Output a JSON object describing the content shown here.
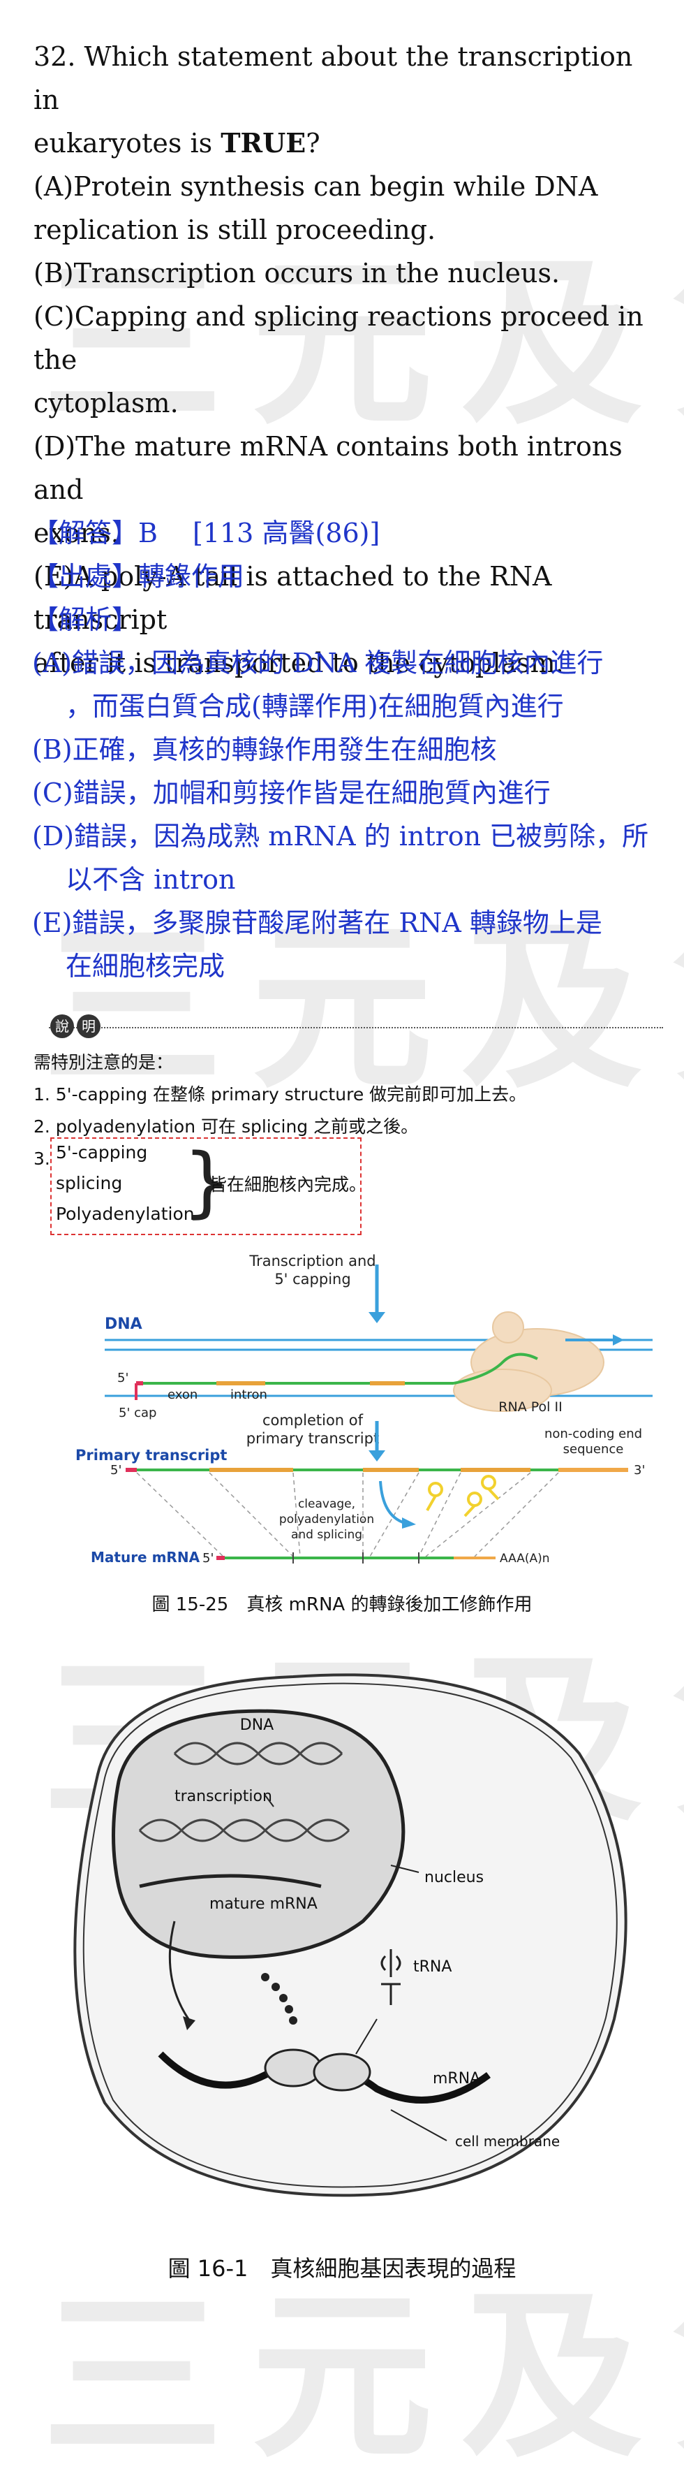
{
  "watermark": "三元及第",
  "question": {
    "line1": "32. Which statement about the transcription in",
    "line2_pre": "eukaryotes is ",
    "line2_bold": "TRUE",
    "line2_post": "?",
    "a1": "(A)Protein synthesis can begin while DNA",
    "a2": "replication is still proceeding.",
    "b": "(B)Transcription occurs in the nucleus.",
    "c1": "(C)Capping and splicing reactions proceed in the",
    "c2": "cytoplasm.",
    "d1": "(D)The mature mRNA contains both introns and",
    "d2": "exons.",
    "e1": "(E)A poly-A tail is attached to the RNA transcript",
    "e2": "after it is transported to the cytoplasm."
  },
  "answer": {
    "answer_line": "【解答】B　 [113 高醫(86)]",
    "source_line": "【出處】轉錄作用",
    "analysis_label": "【解析】",
    "a1": "(A)錯誤，因為真核的 DNA 複製在細胞核內進行",
    "a2": "，而蛋白質合成(轉譯作用)在細胞質內進行",
    "b": "(B)正確，真核的轉錄作用發生在細胞核",
    "c": "(C)錯誤，加帽和剪接作皆是在細胞質內進行",
    "d1": "(D)錯誤，因為成熟 mRNA 的 intron 已被剪除，所",
    "d2": "以不含 intron",
    "e1": "(E)錯誤，多聚腺苷酸尾附著在 RNA 轉錄物上是",
    "e2": "在細胞核完成"
  },
  "explain": {
    "badge1": "說",
    "badge2": "明",
    "intro": "需特別注意的是：",
    "n1": "1. 5'-capping 在整條 primary structure 做完前即可加上去。",
    "n2": "2. polyadenylation 可在 splicing 之前或之後。",
    "n3_num": "3.",
    "box_items": [
      "5'-capping",
      "splicing",
      "Polyadenylation"
    ],
    "box_note": "皆在細胞核內完成。"
  },
  "figure1": {
    "label_transcription": "Transcription and",
    "label_transcription2": "5' capping",
    "label_dna": "DNA",
    "label_5a": "5'",
    "label_5cap": "5' cap",
    "label_exon": "exon",
    "label_intron": "intron",
    "label_rnapol": "RNA Pol II",
    "label_completion": "completion of",
    "label_completion2": "primary transcript",
    "label_primary": "Primary transcript",
    "label_noncoding": "non-coding end",
    "label_noncoding2": "sequence",
    "label_5b": "5'",
    "label_3b": "3'",
    "label_cleavage1": "cleavage,",
    "label_cleavage2": "polyadenylation",
    "label_cleavage3": "and splicing",
    "label_mature": "Mature mRNA",
    "label_5c": "5'",
    "label_aaa": "AAA(A)n",
    "caption": "圖 15-25　真核 mRNA 的轉錄後加工修飾作用"
  },
  "figure2": {
    "label_dna": "DNA",
    "label_transcription": "transcription",
    "label_mature": "mature mRNA",
    "label_nucleus": "nucleus",
    "label_trna": "tRNA",
    "label_mrna": "mRNA",
    "label_membrane": "cell membrane",
    "caption": "圖 16-1　真核細胞基因表現的過程"
  }
}
